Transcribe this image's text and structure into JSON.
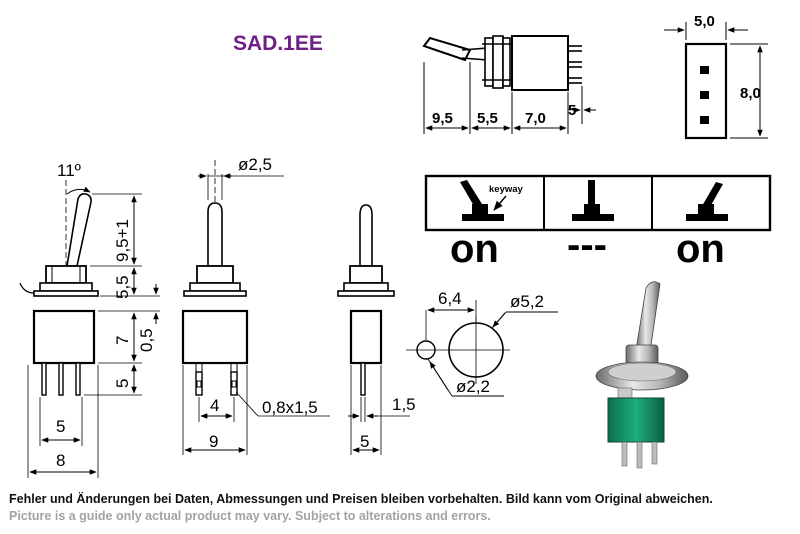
{
  "title": "SAD.1EE",
  "top_view": {
    "dims": [
      "9,5",
      "5,5",
      "7,0",
      "5"
    ]
  },
  "end_view": {
    "dims": [
      "5,0",
      "8,0"
    ]
  },
  "positions": {
    "keyway_label": "keyway",
    "states": [
      "on",
      "---",
      "on"
    ]
  },
  "side_views": {
    "angle": "11º",
    "lever_dims": [
      "9,5+1",
      "5,5",
      "7",
      "0,5",
      "5"
    ],
    "width_dims": [
      "5",
      "8"
    ],
    "front_dims": [
      "ø2,5",
      "4",
      "0,8x1,5",
      "9"
    ],
    "profile_dims": [
      "1,5",
      "5"
    ]
  },
  "panel_cutout": {
    "dims": [
      "6,4",
      "ø5,2",
      "ø2,2"
    ]
  },
  "notes": {
    "de": "Fehler und Änderungen bei Daten, Abmessungen und Preisen bleiben vorbehalten. Bild kann vom Original abweichen.",
    "en": "Picture is a guide only actual product may vary. Subject to alterations and errors."
  }
}
